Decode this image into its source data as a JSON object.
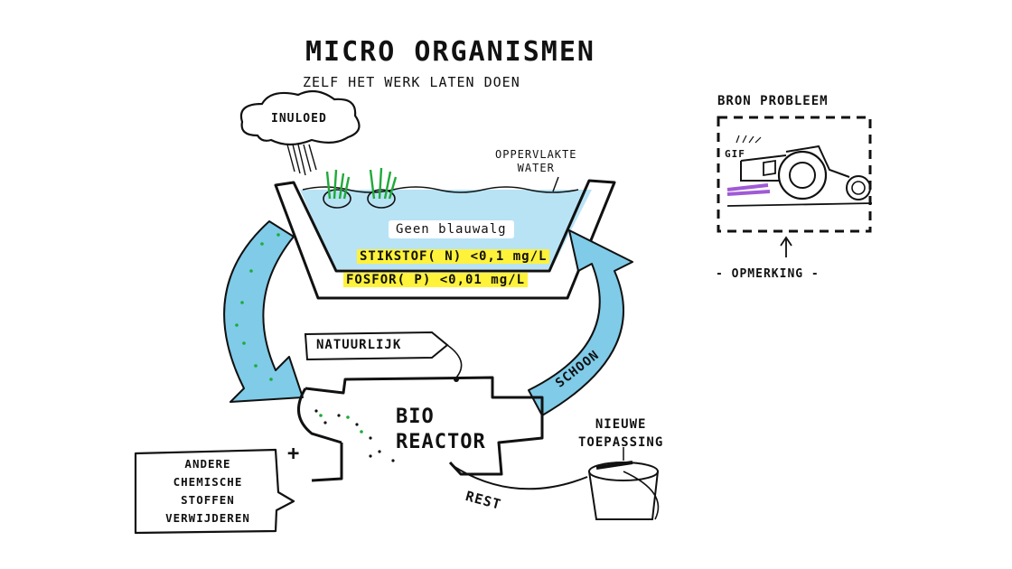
{
  "title": "micro organismen",
  "subtitle": "zelf het werk laten doen",
  "labels": {
    "inuloed": "INULOED",
    "oppervlakte_water": "OPPERVLAKTE\nWATER",
    "geen_blauwalg": "Geen blauwalg",
    "stikstof": "STIKSTOF( N)  <0,1 mg/L",
    "fosfor": "FOSFOR( P)  <0,01 mg/L",
    "natuurlijk": "NATUURLIJK",
    "bio_reactor": "BIO\nREACTOR",
    "schoon": "SCHOON",
    "nieuwe_toepassing": "NIEUWE\nTOEPASSING",
    "rest": "REST",
    "andere_chemische": "ANDERE\nCHEMISCHE\nSTOFFEN\nVERWIJDEREN",
    "plus": "+",
    "bron_probleem": "BRON PROBLEEM",
    "gif": "GIF",
    "opmerking": "- OPMERKING -"
  },
  "colors": {
    "water": "#b8e3f5",
    "arrow": "#7fcbe8",
    "highlight": "#fff23a",
    "plant_green": "#1faa3a",
    "spray_purple": "#a05ad6"
  }
}
